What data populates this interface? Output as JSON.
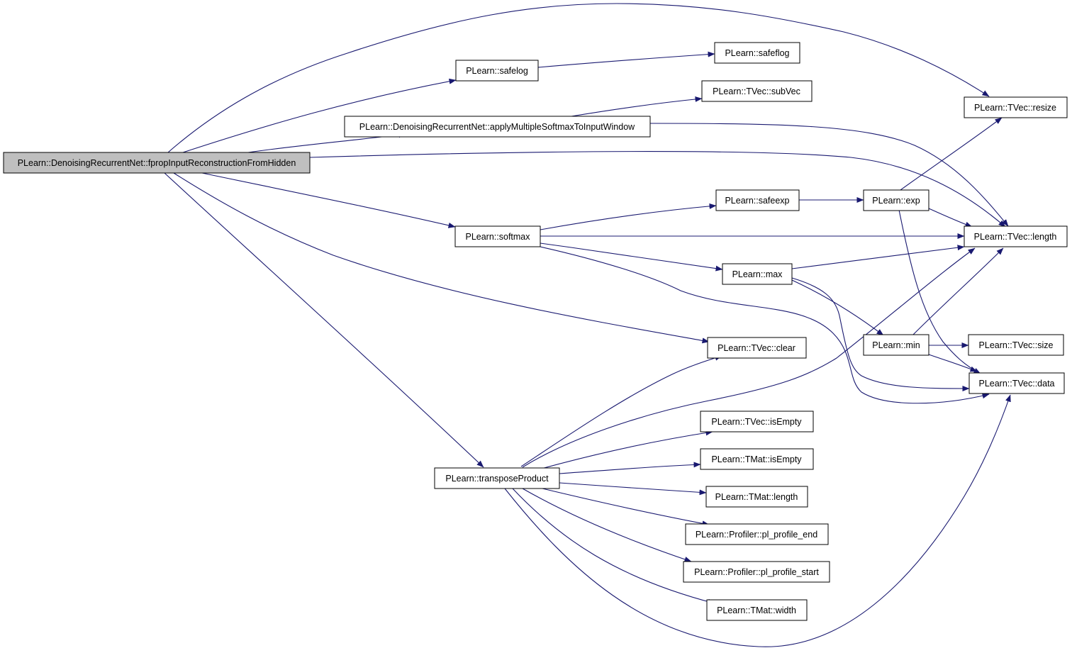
{
  "graph": {
    "nodes": {
      "root": "PLearn::DenoisingRecurrentNet::fpropInputReconstructionFromHidden",
      "safelog": "PLearn::safelog",
      "safeflog": "PLearn::safeflog",
      "subVec": "PLearn::TVec::subVec",
      "applyMultiple": "PLearn::DenoisingRecurrentNet::applyMultipleSoftmaxToInputWindow",
      "resize": "PLearn::TVec::resize",
      "safeexp": "PLearn::safeexp",
      "exp": "PLearn::exp",
      "softmax": "PLearn::softmax",
      "length": "PLearn::TVec::length",
      "max": "PLearn::max",
      "min": "PLearn::min",
      "size": "PLearn::TVec::size",
      "clear": "PLearn::TVec::clear",
      "data": "PLearn::TVec::data",
      "isEmptyVec": "PLearn::TVec::isEmpty",
      "isEmptyMat": "PLearn::TMat::isEmpty",
      "transposeProduct": "PLearn::transposeProduct",
      "matLength": "PLearn::TMat::length",
      "plEnd": "PLearn::Profiler::pl_profile_end",
      "plStart": "PLearn::Profiler::pl_profile_start",
      "width": "PLearn::TMat::width"
    },
    "edges": [
      [
        "root",
        "resize"
      ],
      [
        "root",
        "safelog"
      ],
      [
        "root",
        "applyMultiple"
      ],
      [
        "root",
        "length"
      ],
      [
        "root",
        "softmax"
      ],
      [
        "root",
        "clear"
      ],
      [
        "root",
        "transposeProduct"
      ],
      [
        "safelog",
        "safeflog"
      ],
      [
        "applyMultiple",
        "subVec"
      ],
      [
        "applyMultiple",
        "length"
      ],
      [
        "softmax",
        "safeexp"
      ],
      [
        "softmax",
        "length"
      ],
      [
        "softmax",
        "max"
      ],
      [
        "softmax",
        "data"
      ],
      [
        "safeexp",
        "exp"
      ],
      [
        "exp",
        "resize"
      ],
      [
        "exp",
        "length"
      ],
      [
        "exp",
        "data"
      ],
      [
        "max",
        "length"
      ],
      [
        "max",
        "min"
      ],
      [
        "max",
        "data"
      ],
      [
        "min",
        "length"
      ],
      [
        "min",
        "size"
      ],
      [
        "min",
        "data"
      ],
      [
        "transposeProduct",
        "clear"
      ],
      [
        "transposeProduct",
        "length"
      ],
      [
        "transposeProduct",
        "isEmptyVec"
      ],
      [
        "transposeProduct",
        "isEmptyMat"
      ],
      [
        "transposeProduct",
        "matLength"
      ],
      [
        "transposeProduct",
        "plEnd"
      ],
      [
        "transposeProduct",
        "plStart"
      ],
      [
        "transposeProduct",
        "width"
      ],
      [
        "transposeProduct",
        "data"
      ]
    ]
  }
}
